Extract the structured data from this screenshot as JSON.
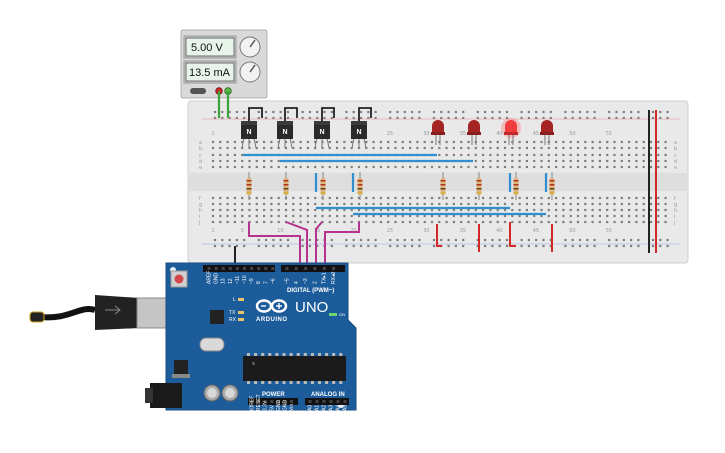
{
  "power_supply": {
    "voltage": "5.00 V",
    "current": "13.5 mA"
  },
  "breadboard": {
    "column_numbers": [
      "1",
      "5",
      "10",
      "15",
      "20",
      "25",
      "30",
      "35",
      "40",
      "45",
      "50",
      "55"
    ],
    "row_letters_top": [
      "j",
      "i",
      "h",
      "g",
      "f"
    ],
    "row_letters_bottom": [
      "e",
      "d",
      "c",
      "b",
      "a"
    ]
  },
  "transistor_letter": "N",
  "arduino": {
    "brand": "ARDUINO",
    "model": "UNO",
    "digital_header": "DIGITAL (PWM~)",
    "power_header": "POWER",
    "analog_header": "ANALOG IN",
    "on_label": "ON",
    "led_labels": [
      "L",
      "TX",
      "RX"
    ],
    "top_pin_labels": [
      "AREF",
      "GND",
      "13",
      "12",
      "~11",
      "~10",
      "~9",
      "8",
      "7",
      "~6",
      "~5",
      "4",
      "~3",
      "2",
      "TX▸1",
      "RX◂0"
    ],
    "power_pin_labels": [
      "IOREF",
      "RESET",
      "3.3V",
      "5V",
      "GND",
      "GND",
      "Vin"
    ],
    "analog_pin_labels": [
      "A0",
      "A1",
      "A2",
      "A3",
      "A4",
      "A5"
    ]
  },
  "colors": {
    "breadboard": "#e9e9e9",
    "arduino_board": "#1d5c9b",
    "wire_pink": "#b5338f",
    "wire_blue": "#2f8fcf",
    "wire_red": "#d32828",
    "wire_black": "#222222",
    "wire_green": "#3aa63a",
    "led_red": "#cc2222"
  }
}
